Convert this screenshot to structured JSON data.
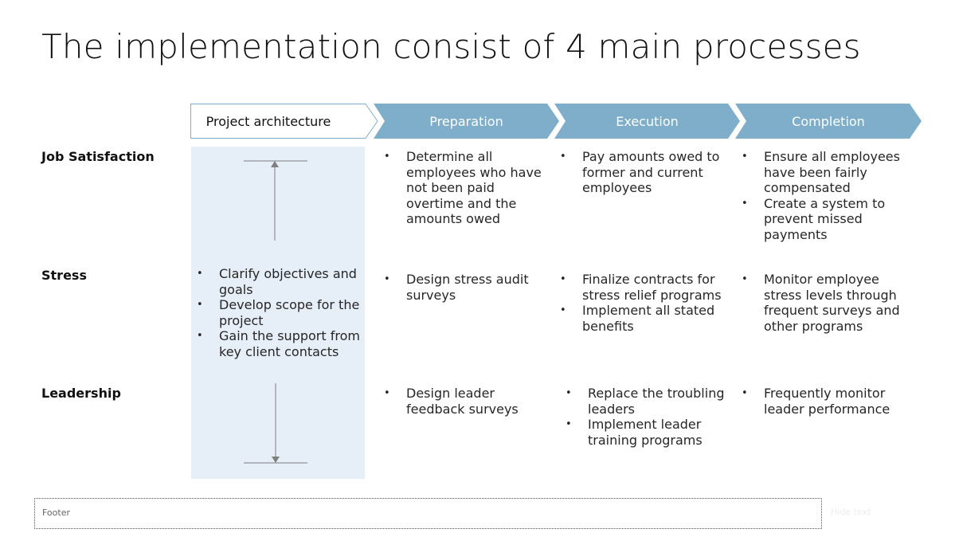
{
  "title": "The implementation consist of 4 main processes",
  "phases": [
    {
      "label": "Project architecture"
    },
    {
      "label": "Preparation"
    },
    {
      "label": "Execution"
    },
    {
      "label": "Completion"
    }
  ],
  "colors": {
    "chevron_fill": "#7eaec9",
    "chevron_outline": "#7eaec9",
    "panel_fill": "#e6eef8",
    "arrow": "#7f7f7f"
  },
  "rows": [
    {
      "label": "Job Satisfaction"
    },
    {
      "label": "Stress"
    },
    {
      "label": "Leadership"
    }
  ],
  "architecture": {
    "items": [
      "Clarify objectives and goals",
      "Develop scope for the project",
      "Gain the support from key client contacts"
    ]
  },
  "cells": {
    "job": {
      "preparation": [
        "Determine all employees who have not been paid overtime and the amounts owed"
      ],
      "execution": [
        "Pay amounts owed to former and current employees"
      ],
      "completion": [
        "Ensure all employees have been fairly compensated",
        "Create a system to prevent missed payments"
      ]
    },
    "stress": {
      "preparation": [
        "Design stress audit surveys"
      ],
      "execution": [
        "Finalize contracts for stress relief programs",
        "Implement all stated benefits"
      ],
      "completion": [
        "Monitor employee stress levels through frequent surveys and other programs"
      ]
    },
    "leadership": {
      "preparation": [
        "Design leader feedback surveys"
      ],
      "execution": [
        "Replace the troubling leaders",
        "Implement leader training programs"
      ],
      "completion": [
        "Frequently monitor leader performance"
      ]
    }
  },
  "footer": {
    "text": "Footer",
    "ghost": "Hide text"
  }
}
